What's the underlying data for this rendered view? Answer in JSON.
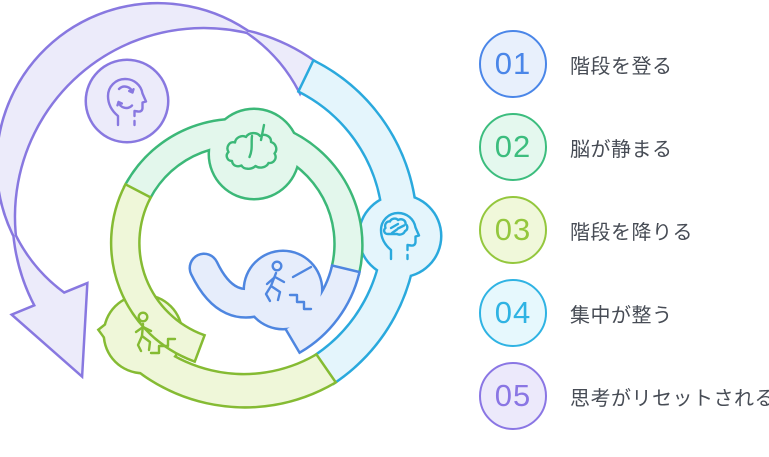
{
  "steps": [
    {
      "num": "01",
      "label": "階段を登る"
    },
    {
      "num": "02",
      "label": "脳が静まる"
    },
    {
      "num": "03",
      "label": "階段を降りる"
    },
    {
      "num": "04",
      "label": "集中が整う"
    },
    {
      "num": "05",
      "label": "思考がリセットされる"
    }
  ],
  "diagram": {
    "type": "spiral-cycle",
    "segments": [
      {
        "name": "outer-purple",
        "icon": "head-refresh-icon",
        "stroke": "#8878e0",
        "fill": "#ecebfa"
      },
      {
        "name": "outer-cyan",
        "icon": "head-brain-icon",
        "stroke": "#2aa9dd",
        "fill": "#e4f5fc"
      },
      {
        "name": "outer-lime",
        "icon": "person-climbing-stairs-icon",
        "stroke": "#85bb33",
        "fill": "#eff7d9"
      },
      {
        "name": "inner-green",
        "icon": "brain-icon",
        "stroke": "#3cb878",
        "fill": "#e3f7ec"
      },
      {
        "name": "inner-blue",
        "icon": "person-descending-stairs-icon",
        "stroke": "#4e86e0",
        "fill": "#e6edfb"
      }
    ],
    "arrow": "spiral-arrowhead-bottom-left"
  },
  "palette": {
    "step01_blue": "#4a86e8",
    "step02_green": "#3cbd7e",
    "step03_lime": "#94c73d",
    "step04_cyan": "#2fb3e3",
    "step05_purple": "#8a76e4",
    "text": "#474c55",
    "background": "#ffffff"
  }
}
